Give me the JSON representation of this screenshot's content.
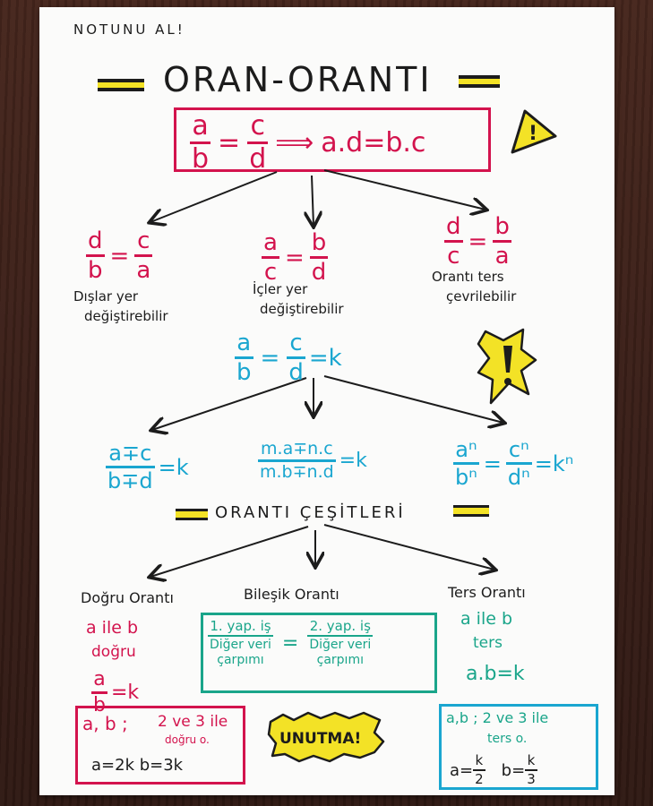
{
  "note": {
    "header": "NOTUNU AL!",
    "title": "ORAN-ORANTI",
    "main_formula": {
      "left_num": "a",
      "left_den": "b",
      "equals": "=",
      "right_num": "c",
      "right_den": "d",
      "implies": "⟹",
      "result": "a.d=b.c"
    },
    "branch1": [
      {
        "num1": "d",
        "den1": "b",
        "num2": "c",
        "den2": "a",
        "caption1": "Dışlar yer",
        "caption2": "değiştirebilir"
      },
      {
        "num1": "a",
        "den1": "c",
        "num2": "b",
        "den2": "d",
        "caption1": "İçler yer",
        "caption2": "değiştirebilir"
      },
      {
        "num1": "d",
        "den1": "c",
        "num2": "b",
        "den2": "a",
        "caption1": "Orantı ters",
        "caption2": "çevrilebilir"
      }
    ],
    "k_formula": {
      "num1": "a",
      "den1": "b",
      "num2": "c",
      "den2": "d",
      "k": "=k"
    },
    "branch2": [
      {
        "num": "a∓c",
        "den": "b∓d",
        "k": "=k"
      },
      {
        "num": "m.a∓n.c",
        "den": "m.b∓n.d",
        "k": "=k"
      },
      {
        "num1": "aⁿ",
        "den1": "bⁿ",
        "num2": "cⁿ",
        "den2": "dⁿ",
        "k": "=kⁿ"
      }
    ],
    "section_title": "ORANTI ÇEŞİTLERİ",
    "kinds": {
      "direct": {
        "title": "Doğru Orantı",
        "line1": "a ile b",
        "line2": "doğru",
        "num": "a",
        "den": "b",
        "k": "=k"
      },
      "compound": {
        "title": "Bileşik Orantı",
        "num1": "1. yap. iş",
        "den1a": "Diğer veri",
        "den1b": "çarpımı",
        "num2": "2. yap. iş",
        "den2a": "Diğer veri",
        "den2b": "çarpımı"
      },
      "inverse": {
        "title": "Ters Orantı",
        "line1": "a ile b",
        "line2": "ters",
        "formula": "a.b=k"
      }
    },
    "box_left": {
      "line1": "a, b ;",
      "line1b": "2 ve 3 ile",
      "line2": "doğru o.",
      "line3": "a=2k  b=3k"
    },
    "stamp": "UNUTMA!",
    "box_right": {
      "line1": "a,b ; 2 ve 3 ile",
      "line2": "ters o.",
      "a_label": "a=",
      "a_num": "k",
      "a_den": "2",
      "b_label": "b=",
      "b_num": "k",
      "b_den": "3"
    },
    "warning_symbol": "!",
    "colors": {
      "red": "#d3134d",
      "blue": "#1aa6d0",
      "teal": "#1aa58a",
      "yellow": "#f3e226",
      "ink": "#1c1c1c"
    }
  }
}
